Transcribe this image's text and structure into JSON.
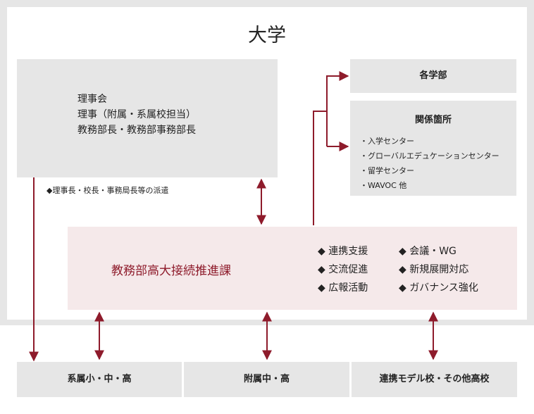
{
  "university": {
    "title": "大学"
  },
  "trustees": {
    "lines": [
      "理事会",
      "理事（附属・系属校担当）",
      "教務部長・教務部事務部長"
    ],
    "dispatch_note": "◆理事長・校長・事務局長等の派遣"
  },
  "faculties": {
    "label": "各学部"
  },
  "related_offices": {
    "title": "関係箇所",
    "items": [
      "・入学センター",
      "・グローバルエデュケーションセンター",
      "・留学センター",
      "・WAVOC 他"
    ]
  },
  "promotion_division": {
    "name": "教務部高大接続推進課",
    "duties": [
      "◆ 連携支援",
      "◆ 交流促進",
      "◆ 広報活動",
      "◆ 会議・WG",
      "◆ 新規展開対応",
      "◆ ガバナンス強化"
    ]
  },
  "schools": [
    {
      "label": "系属小・中・高"
    },
    {
      "label": "附属中・高"
    },
    {
      "label": "連携モデル校・その他高校"
    }
  ],
  "colors": {
    "arrow": "#8e1b2b",
    "box": "#e6e6e6",
    "promo_bg": "#f5e9ea",
    "promo_text": "#8e1b2b"
  }
}
